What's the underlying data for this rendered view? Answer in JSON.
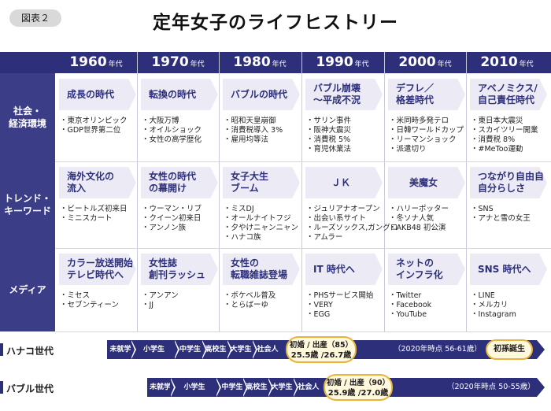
{
  "figure_label": "図表２",
  "title": "定年女子のライフヒストリー",
  "decade_suffix": "年代",
  "decades": [
    "1960",
    "1970",
    "1980",
    "1990",
    "2000",
    "2010"
  ],
  "rows": [
    {
      "label_lines": [
        "社会・",
        "経済環境"
      ],
      "cells": [
        {
          "chip": [
            "成長の時代"
          ],
          "items": [
            "東京オリンピック",
            "GDP世界第二位"
          ]
        },
        {
          "chip": [
            "転換の時代"
          ],
          "items": [
            "大阪万博",
            "オイルショック",
            "女性の高学歴化"
          ]
        },
        {
          "chip": [
            "バブルの時代"
          ],
          "items": [
            "昭和天皇崩御",
            "消費税導入 3%",
            "雇用均等法"
          ]
        },
        {
          "chip": [
            "バブル崩壊",
            "～平成不況"
          ],
          "items": [
            "サリン事件",
            "阪神大震災",
            "消費税 5%",
            "育児休業法"
          ]
        },
        {
          "chip": [
            "デフレ／",
            "格差時代"
          ],
          "items": [
            "米同時多発テロ",
            "日韓ワールドカップ",
            "リーマンショック",
            "派遣切り"
          ]
        },
        {
          "chip": [
            "アベノミクス/",
            "自己責任時代"
          ],
          "items": [
            "東日本大震災",
            "スカイツリー開業",
            "消費税 8%",
            "#MeToo運動"
          ]
        }
      ]
    },
    {
      "label_lines": [
        "トレンド・",
        "キーワード"
      ],
      "cells": [
        {
          "chip": [
            "海外文化の",
            "流入"
          ],
          "items": [
            "ビートルズ初来日",
            "ミニスカート"
          ]
        },
        {
          "chip": [
            "女性の時代",
            "の幕開け"
          ],
          "items": [
            "ウーマン・リブ",
            "クイーン初来日",
            "アンノン族"
          ]
        },
        {
          "chip": [
            "女子大生",
            "ブーム"
          ],
          "items": [
            "ミスDJ",
            "オールナイトフジ",
            "夕やけニャンニャン",
            "ハナコ族"
          ]
        },
        {
          "chip": [
            "ＪＫ"
          ],
          "items": [
            "ジュリアナオープン",
            "出会い系サイト",
            "ルーズソックス,ガングロ",
            "アムラー"
          ]
        },
        {
          "chip": [
            "美魔女"
          ],
          "items": [
            "ハリーポッター",
            "冬ソナ人気",
            "AKB48 初公演"
          ]
        },
        {
          "chip": [
            "つながり自由自",
            "自分らしさ"
          ],
          "items": [
            "SNS",
            "アナと雪の女王"
          ]
        }
      ]
    },
    {
      "label_lines": [
        "メディア"
      ],
      "cells": [
        {
          "chip": [
            "カラー放送開始",
            "テレビ時代へ"
          ],
          "items": [
            "ミセス",
            "セブンティーン"
          ]
        },
        {
          "chip": [
            "女性誌",
            "創刊ラッシュ"
          ],
          "items": [
            "アンアン",
            "JJ"
          ]
        },
        {
          "chip": [
            "女性の",
            "転職雑誌登場"
          ],
          "items": [
            "ボケベル普及",
            "とらばーゆ"
          ]
        },
        {
          "chip": [
            "IT 時代へ"
          ],
          "items": [
            "PHSサービス開始",
            "VERY",
            "EGG"
          ]
        },
        {
          "chip": [
            "ネットの",
            "インフラ化"
          ],
          "items": [
            "Twitter",
            "Facebook",
            "YouTube"
          ]
        },
        {
          "chip": [
            "SNS 時代へ"
          ],
          "items": [
            "LINE",
            "メルカリ",
            "Instagram"
          ]
        }
      ]
    }
  ],
  "generations": [
    {
      "label": "ハナコ世代",
      "stages": [
        "未就学",
        "小学生",
        "中学生",
        "高校生",
        "大学生",
        "社会人"
      ],
      "milestone_line1": "初婚 / 出産（85）",
      "milestone_line2": "25.5歳 /26.7歳",
      "note": "（2020年時点 56-61歳）",
      "end_badge": "初孫誕生"
    },
    {
      "label": "バブル世代",
      "stages": [
        "未就学",
        "小学生",
        "中学生",
        "高校生",
        "大学生",
        "社会人"
      ],
      "milestone_line1": "初婚 / 出産（90）",
      "milestone_line2": "25.9歳 /27.0歳",
      "note": "（2020年時点 50-55歳）"
    }
  ],
  "colors": {
    "navy": "#2d2f7a",
    "chip": "#ecebf5",
    "highlight": "#fff8dc",
    "highlight_border": "#e8b33c"
  }
}
